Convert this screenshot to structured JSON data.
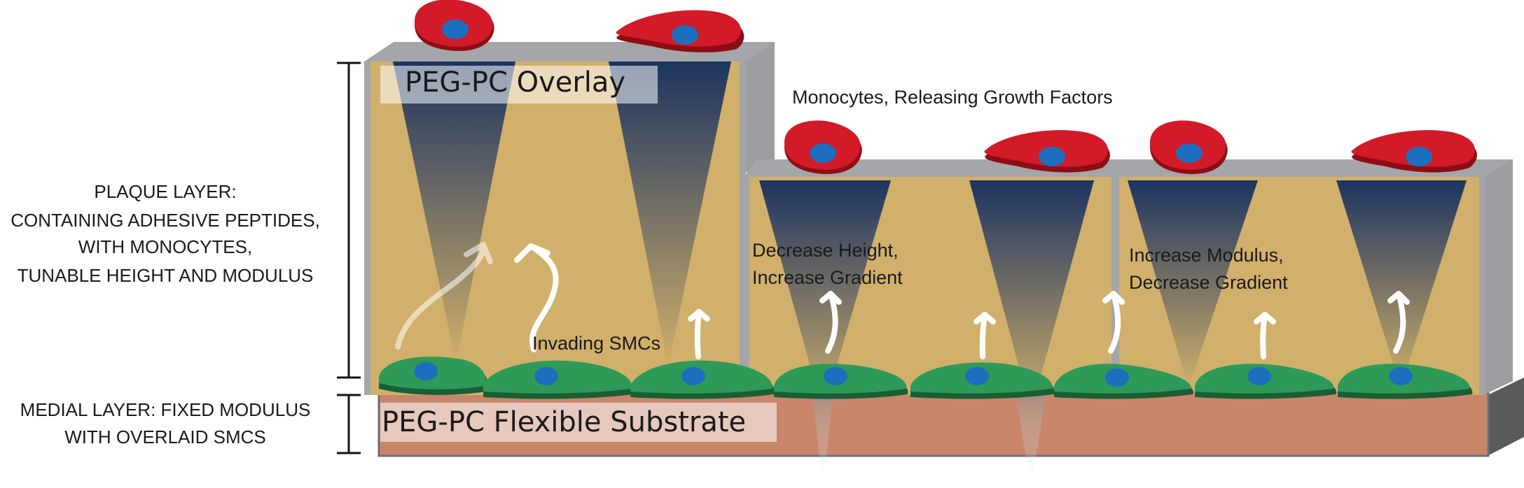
{
  "labels": {
    "plaque_layer": [
      "PLAQUE LAYER:",
      "CONTAINING ADHESIVE PEPTIDES,",
      "WITH MONOCYTES,",
      "TUNABLE HEIGHT AND MODULUS"
    ],
    "medial_layer": [
      "MEDIAL LAYER: FIXED MODULUS",
      "WITH OVERLAID SMCS"
    ],
    "overlay": "PEG-PC Overlay",
    "substrate": "PEG-PC Flexible Substrate",
    "monocytes": "Monocytes, Releasing Growth Factors",
    "invading": "Invading SMCs",
    "height_note": [
      "Decrease Height,",
      "Increase Gradient"
    ],
    "modulus_note": [
      "Increase Modulus,",
      "Decrease Gradient"
    ]
  },
  "colors": {
    "gel": "#d1b06b",
    "substrate": "#c8856a",
    "frame": "#a4a6a9",
    "gradient_top": "#1c3460",
    "monocyte": "#d21a28",
    "monocyte_dark": "#8e0d14",
    "nucleus": "#1b6fbe",
    "smc": "#2e9a58",
    "smc_dark": "#1a5e35"
  }
}
